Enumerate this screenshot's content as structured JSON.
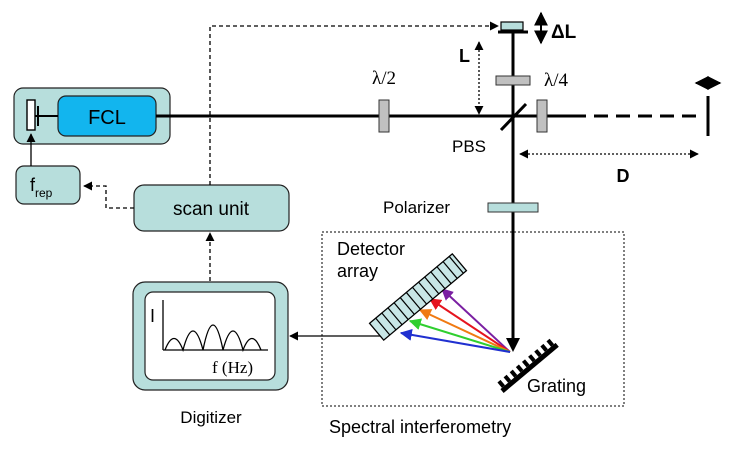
{
  "labels": {
    "fcl": "FCL",
    "f_rep_base": "f",
    "f_rep_sub": "rep",
    "scan_unit": "scan unit",
    "half_wave": "λ/2",
    "quarter_wave": "λ/4",
    "length_L": "L",
    "delta_L": "ΔL",
    "pbs": "PBS",
    "distance_D": "D",
    "polarizer": "Polarizer",
    "detector_array_line1": "Detector",
    "detector_array_line2": "array",
    "grating": "Grating",
    "digitizer": "Digitizer",
    "spectral_interferometry": "Spectral interferometry",
    "screen_y_label": "I",
    "screen_x_label": "f (Hz)"
  },
  "colors": {
    "box_fill": "#b7dedc",
    "fcl_fill": "#12b5ee",
    "element_fill": "#c0c0c0",
    "spectrum_rays": [
      "#7a1fa2",
      "#e5141e",
      "#f07a12",
      "#2fcf2f",
      "#2030d0"
    ]
  }
}
